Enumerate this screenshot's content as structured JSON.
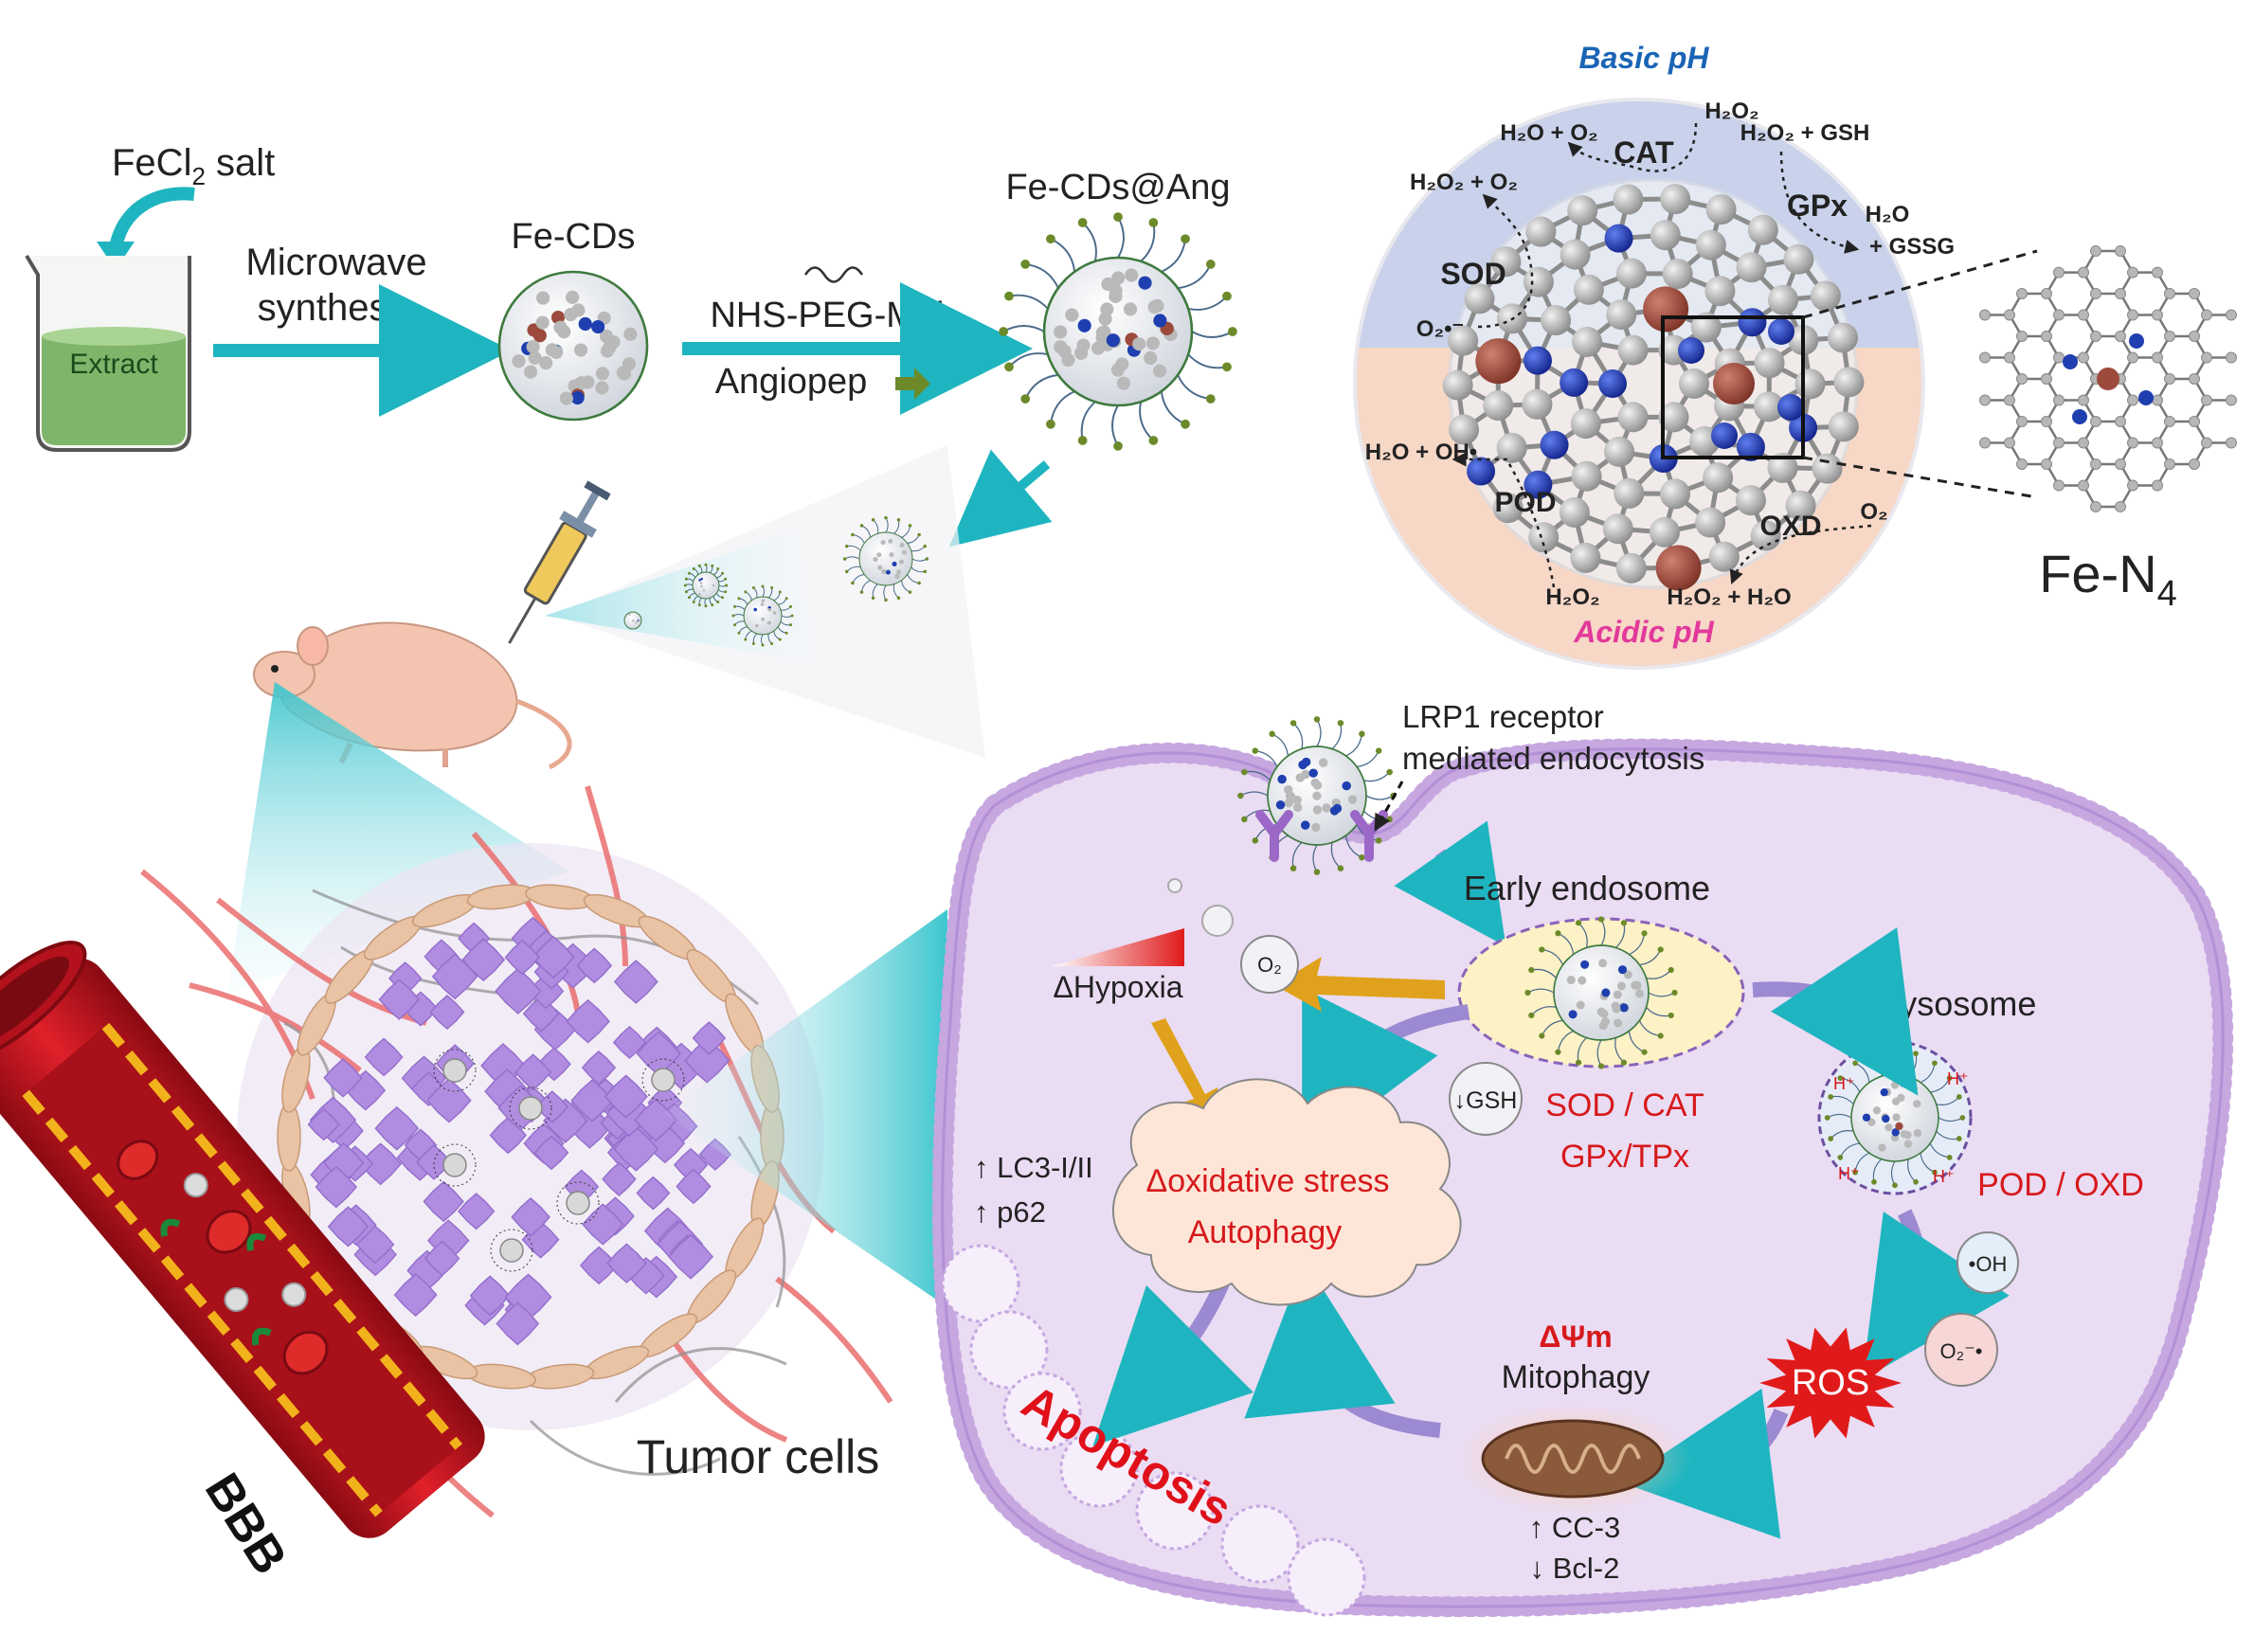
{
  "synthesis": {
    "salt_main": "FeCl",
    "salt_sub": "2",
    "salt_suffix": " salt",
    "beaker_label": "Extract",
    "microwave_line1": "Microwave",
    "microwave_line2": "synthesis",
    "fecds_label": "Fe-CDs",
    "reagent_label": "NHS-PEG-Mal",
    "angiopep_label": "Angiopep",
    "product_label": "Fe-CDs@Ang"
  },
  "enzyme_sphere": {
    "basic_label": "Basic pH",
    "acidic_label": "Acidic pH",
    "cat": "CAT",
    "gpx": "GPx",
    "sod": "SOD",
    "pod": "POD",
    "oxd": "OXD",
    "h2o_o2": "H₂O + O₂",
    "h2o2_cat": "H₂O₂",
    "h2o2_gsh": "H₂O₂ + GSH",
    "h2o2_o2": "H₂O₂ + O₂",
    "h2o_gpx": "H₂O",
    "gssg": "+ GSSG",
    "o2_radical": "O₂•⁻",
    "h2o_oh": "H₂O + OH•",
    "h2o2_pod": "H₂O₂",
    "o2_oxd": "O₂",
    "h2o2_h2o": "H₂O₂ + H₂O",
    "fen4_main": "Fe-N",
    "fen4_sub": "4"
  },
  "tumor": {
    "bbb_label": "BBB",
    "tumor_label": "Tumor cells"
  },
  "cell": {
    "lrp1_line1": "LRP1 receptor",
    "lrp1_line2": "mediated endocytosis",
    "early_endosome": "Early endosome",
    "lysosome": "Lysosome",
    "hypoxia": "ΔHypoxia",
    "o2_bubble": "O₂",
    "gsh": "↓GSH",
    "sod_cat": "SOD / CAT",
    "gpx_tpx": "GPx/TPx",
    "pod_oxd": "POD / OXD",
    "lc3": "↑ LC3-I/II",
    "p62": "↑ p62",
    "oxidative_stress": "Δoxidative stress",
    "autophagy": "Autophagy",
    "oh_radical": "•OH",
    "o2_superoxide": "O₂⁻•",
    "ros": "ROS",
    "delta_psi": "ΔΨm",
    "mitophagy": "Mitophagy",
    "cc3": "↑ CC-3",
    "bcl2": "↓ Bcl-2",
    "apoptosis": "Apoptosis",
    "h_plus": "H⁺"
  },
  "colors": {
    "teal_arrow": "#1fb5c0",
    "basic_bg": "#c9d2ea",
    "acidic_bg": "#f7d7c6",
    "basic_text": "#1a64b5",
    "acidic_text": "#e2399a",
    "cell_fill": "#eadcf3",
    "cell_membrane": "#c6a7e0",
    "red_text": "#d7191c",
    "iron_atom": "#9b4a3c",
    "nitrogen_atom": "#1f3fb0",
    "carbon_atom": "#a8a8a8"
  }
}
